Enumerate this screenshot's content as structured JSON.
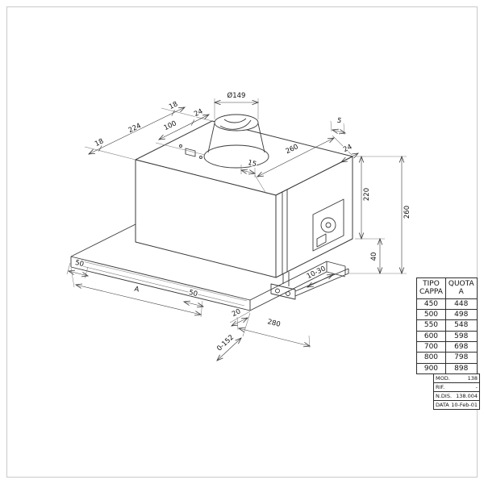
{
  "frame": {
    "border_color": "#c9c9c9"
  },
  "drawing": {
    "dims": {
      "diameter": "Ø149",
      "top_18_a": "18",
      "top_224": "224",
      "top_100": "100",
      "top_24": "24",
      "top_18_b": "18",
      "depth_260": "260",
      "rear_5": "5",
      "rear_24": "24",
      "height_220": "220",
      "height_260": "260",
      "height_40": "40",
      "flange_15": "15",
      "bottom_50_a": "50",
      "width_A": "A",
      "bottom_50_b": "50",
      "bottom_20": "20",
      "travel_0_152": "0-152",
      "bottom_280": "280",
      "travel_10_30": "10-30"
    }
  },
  "table": {
    "header": {
      "col1": [
        "TIPO",
        "CAPPA"
      ],
      "col2": [
        "QUOTA",
        "A"
      ]
    },
    "rows": [
      [
        "450",
        "448"
      ],
      [
        "500",
        "498"
      ],
      [
        "550",
        "548"
      ],
      [
        "600",
        "598"
      ],
      [
        "700",
        "698"
      ],
      [
        "800",
        "798"
      ],
      [
        "900",
        "898"
      ]
    ]
  },
  "title_block": {
    "rows": [
      {
        "label": "MOD.",
        "value": "138"
      },
      {
        "label": "RIF.",
        "value": "-"
      },
      {
        "label": "N.DIS.",
        "value": "138.004"
      },
      {
        "label": "DATA",
        "value": "10-Feb-01"
      }
    ]
  }
}
